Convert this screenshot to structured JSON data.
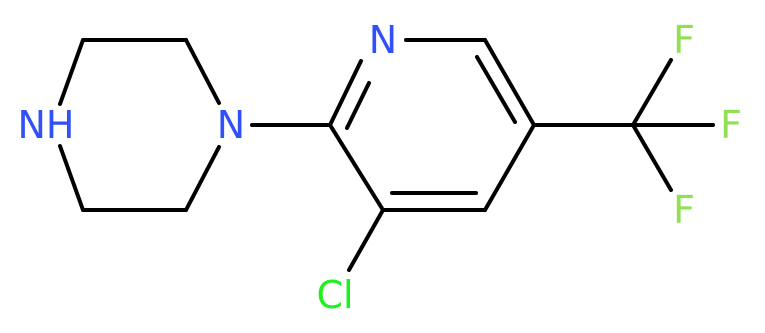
{
  "molecule": {
    "atoms": {
      "nh": {
        "text": "NH",
        "color": "#3050F8"
      },
      "n_piperazine": {
        "text": "N",
        "color": "#3050F8"
      },
      "n_pyridine": {
        "text": "N",
        "color": "#3050F8"
      },
      "cl": {
        "text": "Cl",
        "color": "#1FF01F"
      },
      "f_top": {
        "text": "F",
        "color": "#90E050"
      },
      "f_right": {
        "text": "F",
        "color": "#90E050"
      },
      "f_bottom": {
        "text": "F",
        "color": "#90E050"
      }
    },
    "bond_color": "#000000"
  }
}
